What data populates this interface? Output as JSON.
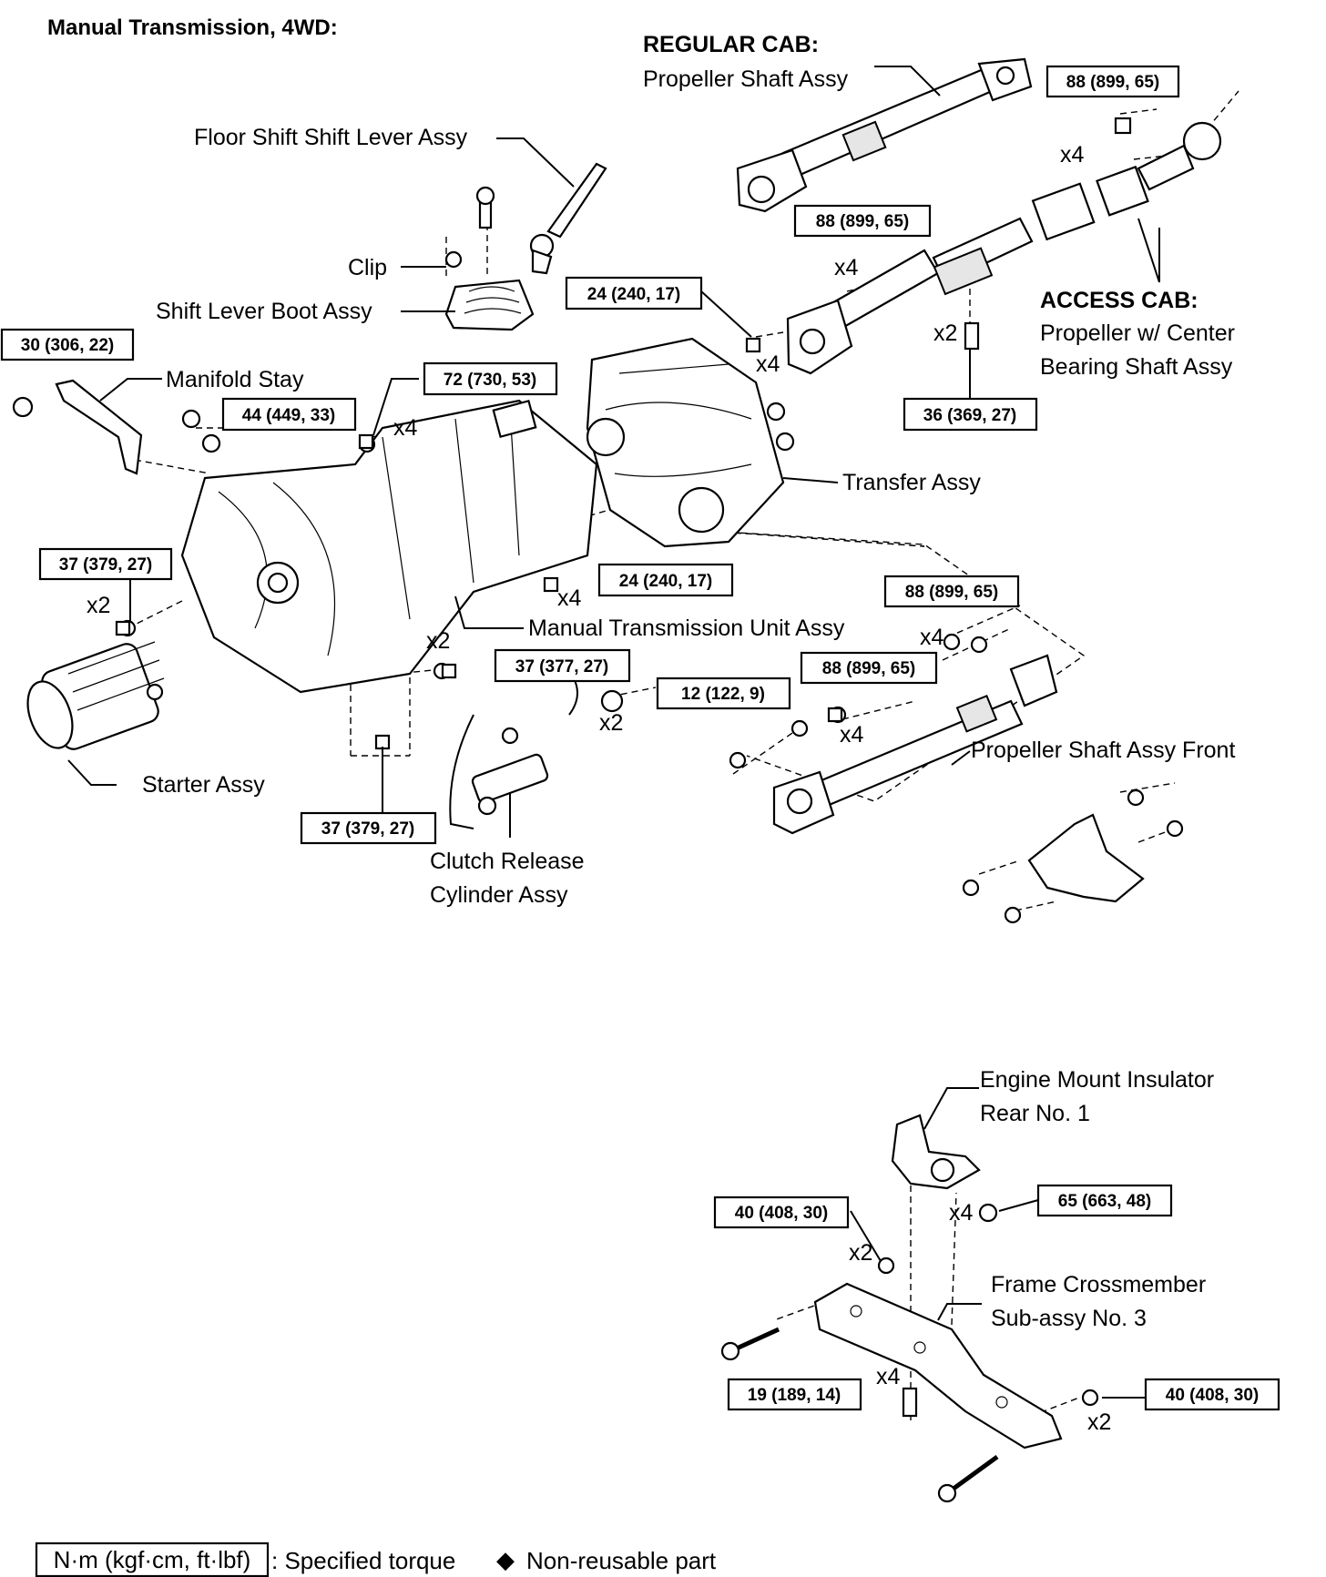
{
  "title": "Manual Transmission, 4WD:",
  "labels": {
    "regular_cab": "REGULAR CAB:",
    "propeller_shaft_assy": "Propeller Shaft Assy",
    "floor_shift_lever": "Floor Shift Shift Lever Assy",
    "clip": "Clip",
    "shift_lever_boot": "Shift Lever Boot Assy",
    "manifold_stay": "Manifold Stay",
    "access_cab": "ACCESS CAB:",
    "center_bearing_1": "Propeller w/ Center",
    "center_bearing_2": "Bearing Shaft Assy",
    "transfer_assy": "Transfer Assy",
    "manual_trans_unit": "Manual Transmission Unit Assy",
    "propeller_front": "Propeller Shaft Assy Front",
    "starter_assy": "Starter Assy",
    "clutch_release_1": "Clutch Release",
    "clutch_release_2": "Cylinder Assy",
    "engine_mount_1": "Engine Mount Insulator",
    "engine_mount_2": "Rear No. 1",
    "frame_cross_1": "Frame Crossmember",
    "frame_cross_2": "Sub-assy No. 3"
  },
  "torques": {
    "t_88_a": "88 (899, 65)",
    "t_88_b": "88 (899, 65)",
    "t_24_a": "24 (240, 17)",
    "t_30": "30 (306, 22)",
    "t_72": "72 (730, 53)",
    "t_44": "44 (449, 33)",
    "t_36": "36 (369, 27)",
    "t_37_a": "37 (379, 27)",
    "t_24_b": "24 (240, 17)",
    "t_88_c": "88 (899, 65)",
    "t_37_b": "37 (377, 27)",
    "t_12": "12 (122, 9)",
    "t_88_d": "88 (899, 65)",
    "t_37_c": "37 (379, 27)",
    "t_40_a": "40 (408, 30)",
    "t_65": "65 (663, 48)",
    "t_19": "19 (189, 14)",
    "t_40_b": "40 (408, 30)"
  },
  "quantities": {
    "q_x4_regular": "x4",
    "q_x4_access": "x4",
    "q_x4_transfer": "x4",
    "q_x2_36": "x2",
    "q_x4_72": "x4",
    "q_x2_37a": "x2",
    "q_x4_24b": "x4",
    "q_x2_37b": "x2",
    "q_x4_88c": "x4",
    "q_x2_12": "x2",
    "q_x4_88d": "x4",
    "q_x2_40a": "x2",
    "q_x4_65": "x4",
    "q_x4_19": "x4",
    "q_x2_40b": "x2"
  },
  "legend": {
    "unit": "N·m (kgf·cm, ft·lbf)",
    "unit_desc": ": Specified torque",
    "nonreusable_symbol": "◆",
    "nonreusable_desc": "Non-reusable part"
  }
}
